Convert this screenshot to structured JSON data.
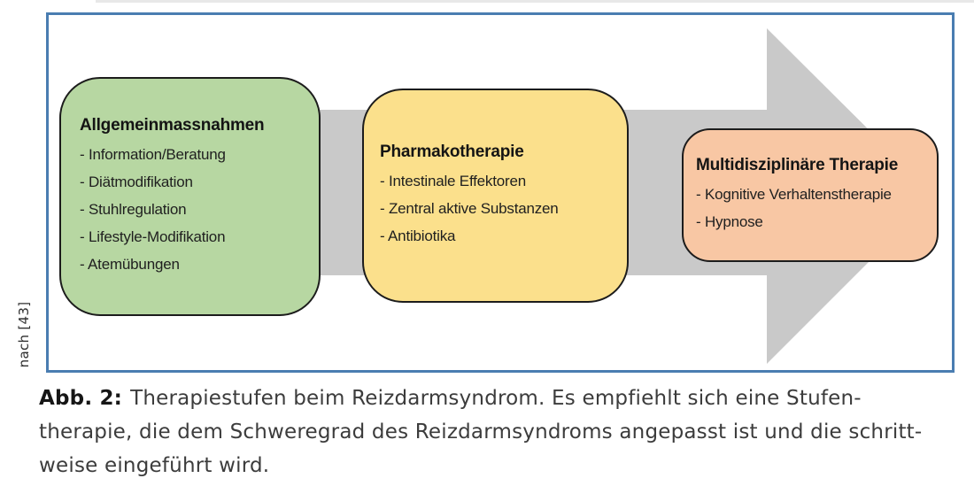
{
  "figure": {
    "source_note": "nach [43]",
    "caption": {
      "label": "Abb. 2:",
      "line1": "Therapiestufen beim Reizdarmsyndrom. Es empfiehlt sich eine Stufen-",
      "line2": "therapie, die dem Schweregrad des Reizdarmsyndroms angepasst ist und die schritt-",
      "line3": "weise eingeführt wird."
    }
  },
  "diagram": {
    "frame_border_color": "#4a7db1",
    "arrow": {
      "direction": "right",
      "fill": "#c9c9c9"
    },
    "box_border_color": "#1c1c1c",
    "steps": [
      {
        "title": "Allgemeinmassnahmen",
        "fill": "#b7d7a2",
        "items": [
          "- Information/Beratung",
          "- Diätmodifikation",
          "- Stuhlregulation",
          "- Lifestyle-Modifikation",
          "- Atemübungen"
        ]
      },
      {
        "title": "Pharmakotherapie",
        "fill": "#fbe08c",
        "items": [
          "- Intestinale Effektoren",
          "- Zentral aktive Substanzen",
          "- Antibiotika"
        ]
      },
      {
        "title": "Multidisziplinäre Therapie",
        "fill": "#f8c7a4",
        "items": [
          "- Kognitive Verhaltenstherapie",
          "- Hypnose"
        ]
      }
    ]
  }
}
